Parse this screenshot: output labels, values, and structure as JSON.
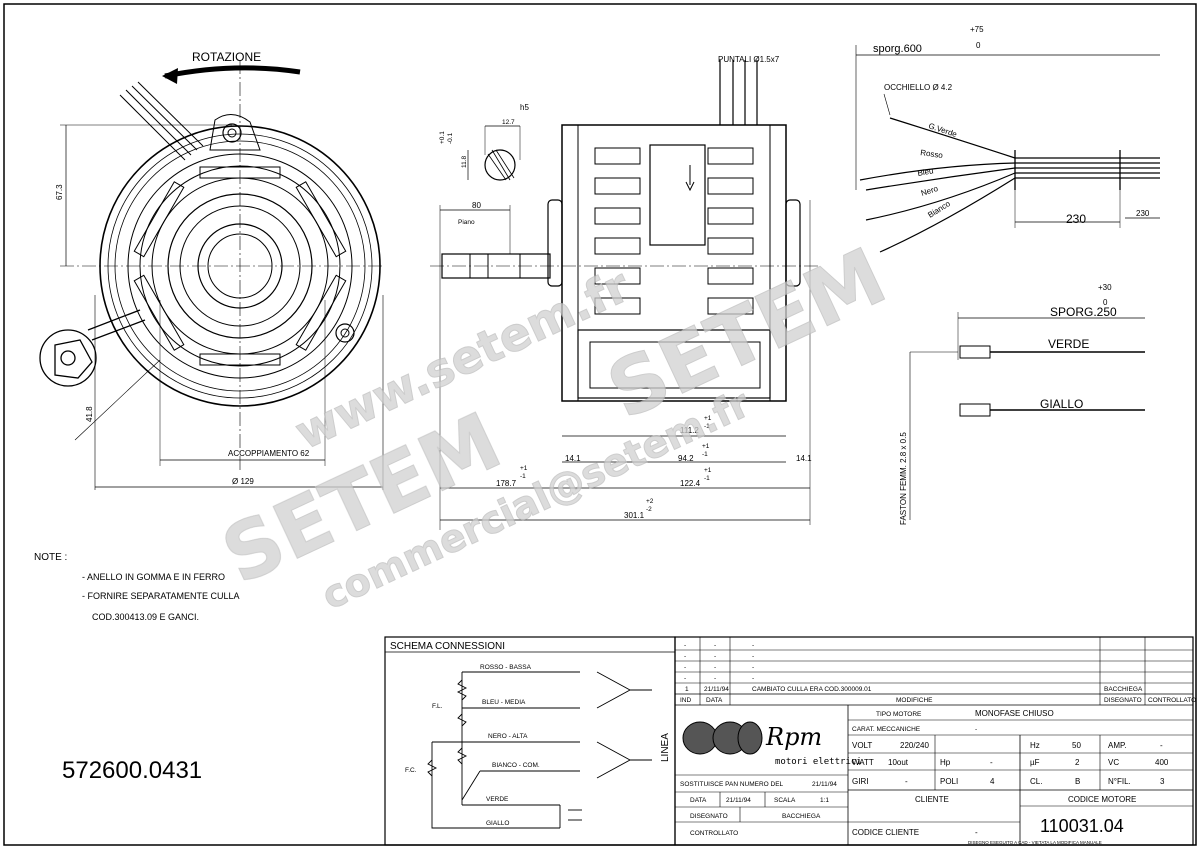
{
  "drawing": {
    "rotation_label": "ROTAZIONE",
    "dim_67_3": "67.3",
    "dim_41_8": "41.8",
    "coupling_label": "ACCOPPIAMENTO 62",
    "dim_129": "Ø 129",
    "h5": "h5",
    "tol_pos": "+0.1",
    "tol_neg": "-0.1",
    "dim_12_7": "12.7",
    "dim_11_8": "11.8",
    "dim_80": "80",
    "piano": "Piano",
    "pins_label": "PUNTALI Ø1.5x7",
    "dim_111_2": "111.2",
    "dim_94_2": "94.2",
    "dim_14_1a": "14.1",
    "dim_14_1b": "14.1",
    "dim_178_7": "178.7",
    "dim_122_4": "122.4",
    "dim_301_1": "301.1",
    "tol_p1": "+1",
    "tol_m1": "-1",
    "tol_p2": "+2",
    "tol_m2": "-2",
    "sporg600": "sporg.600",
    "plus75": "+75",
    "zero_a": "0",
    "occhiello": "OCCHIELLO Ø 4.2",
    "wire_gverde": "G.Verde",
    "wire_rosso": "Rosso",
    "wire_bleu": "Bleu",
    "wire_nero": "Nero",
    "wire_bianco": "Bianco",
    "dim_230a": "230",
    "dim_230b": "230",
    "plus30": "+30",
    "zero_b": "0",
    "sporg250": "SPORG.250",
    "verde": "VERDE",
    "giallo": "GIALLO",
    "faston": "FASTON FEMM. 2.8 x 0.5",
    "watermark_setem": "SETEM",
    "watermark_url": "www.setem.fr",
    "watermark_email": "commercial@setem.fr"
  },
  "notes": {
    "title": "NOTE :",
    "line1": "- ANELLO IN GOMMA E IN FERRO",
    "line2": "- FORNIRE SEPARATAMENTE CULLA",
    "line3": "COD.300413.09 E GANCI."
  },
  "part_number": "572600.0431",
  "schema": {
    "title": "SCHEMA CONNESSIONI",
    "rosso": "ROSSO - BASSA",
    "bleu": "BLEU - MEDIA",
    "nero": "NERO - ALTA",
    "bianco": "BIANCO - COM.",
    "verde": "VERDE",
    "giallo": "GIALLO",
    "fl": "F.L.",
    "fc": "F.C.",
    "linea": "LINEA"
  },
  "title_block": {
    "dash": "-",
    "rev_index": "1",
    "rev_date": "21/11/94",
    "rev_text": "CAMBIATO CULLA ERA COD.300009.01",
    "rev_by": "BACCHIEGA",
    "col_ind": "IND",
    "col_data": "DATA",
    "col_modifiche": "MODIFICHE",
    "col_disegnato": "DISEGNATO",
    "col_controllato": "CONTROLLATO",
    "logo_brand": "Rpm",
    "logo_sub": "motori elettrici",
    "sostituisce": "SOSTITUISCE PAN NUMERO DEL",
    "sost_date": "21/11/94",
    "data_label": "DATA",
    "data_value": "21/11/94",
    "scala_label": "SCALA",
    "scala_value": "1:1",
    "disegnato_label": "DISEGNATO",
    "disegnato_value": "BACCHIEGA",
    "controllato_label": "CONTROLLATO",
    "tipo_motore_label": "TIPO MOTORE",
    "tipo_motore_value": "MONOFASE CHIUSO",
    "carat_label": "CARAT. MECCANICHE",
    "carat_value": "-",
    "volt_label": "VOLT",
    "volt_value": "220/240",
    "hz_label": "Hz",
    "hz_value": "50",
    "amp_label": "AMP.",
    "amp_value": "-",
    "watt_label": "WATT",
    "watt_value": "10out",
    "hp_label": "Hp",
    "hp_value": "-",
    "uf_label": "µF",
    "uf_value": "2",
    "vc_label": "VC",
    "vc_value": "400",
    "giri_label": "GIRI",
    "giri_value": "-",
    "poli_label": "POLI",
    "poli_value": "4",
    "cl_label": "CL.",
    "cl_value": "B",
    "nfil_label": "N°FIL.",
    "nfil_value": "3",
    "cliente_label": "CLIENTE",
    "codice_cliente_label": "CODICE CLIENTE",
    "codice_cliente_value": "-",
    "codice_motore_label": "CODICE MOTORE",
    "codice_motore_value": "110031.04",
    "footer": "DISEGNO ESEGUITO A CAD - VIETATA LA MODIFICA MANUALE"
  }
}
